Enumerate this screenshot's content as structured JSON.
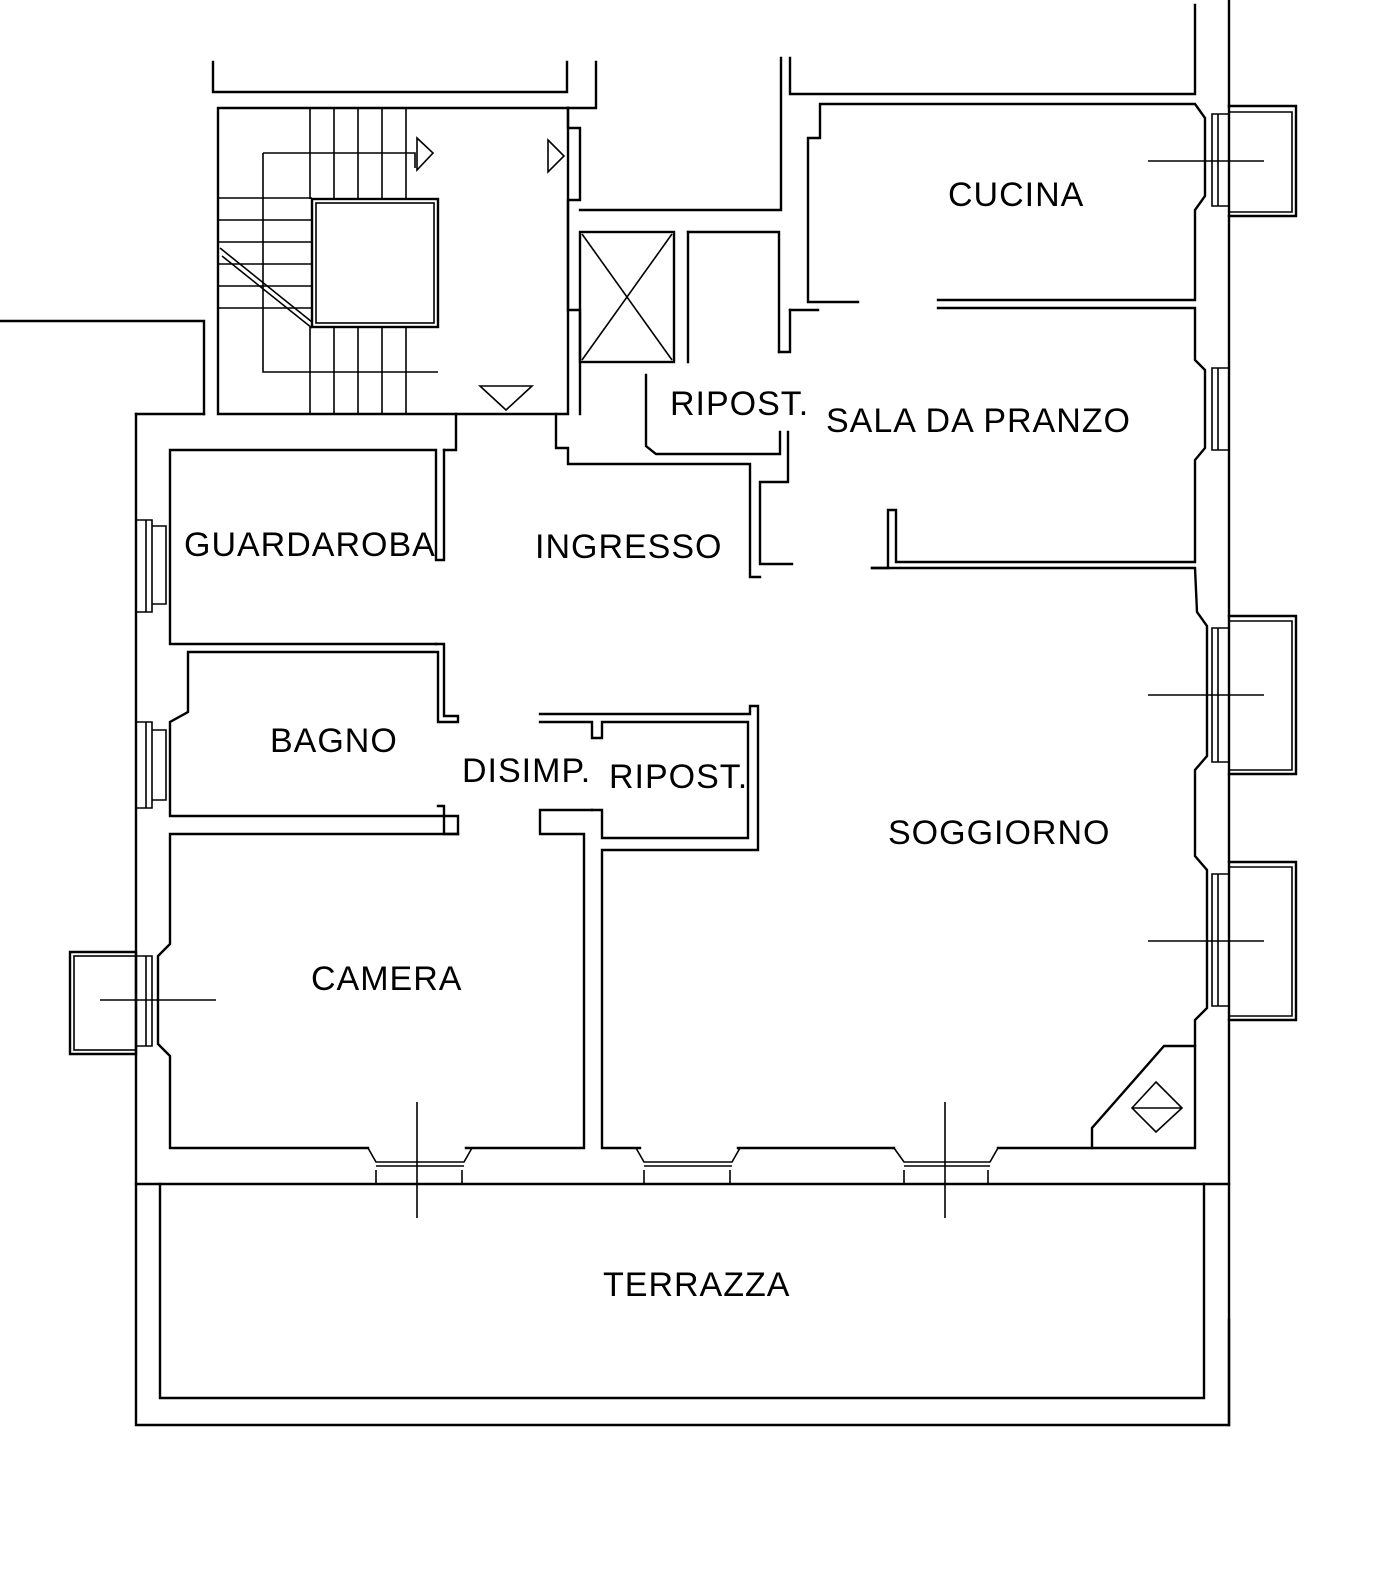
{
  "rooms": {
    "cucina": "CUCINA",
    "sala_da_pranzo": "SALA DA PRANZO",
    "ripostiglio_1": "RIPOST.",
    "guardaroba": "GUARDAROBA",
    "ingresso": "INGRESSO",
    "bagno": "BAGNO",
    "disimpegno": "DISIMP.",
    "ripostiglio_2": "RIPOST.",
    "soggiorno": "SOGGIORNO",
    "camera": "CAMERA",
    "terrazza": "TERRAZZA"
  },
  "colors": {
    "line": "#000000",
    "background": "#ffffff"
  }
}
